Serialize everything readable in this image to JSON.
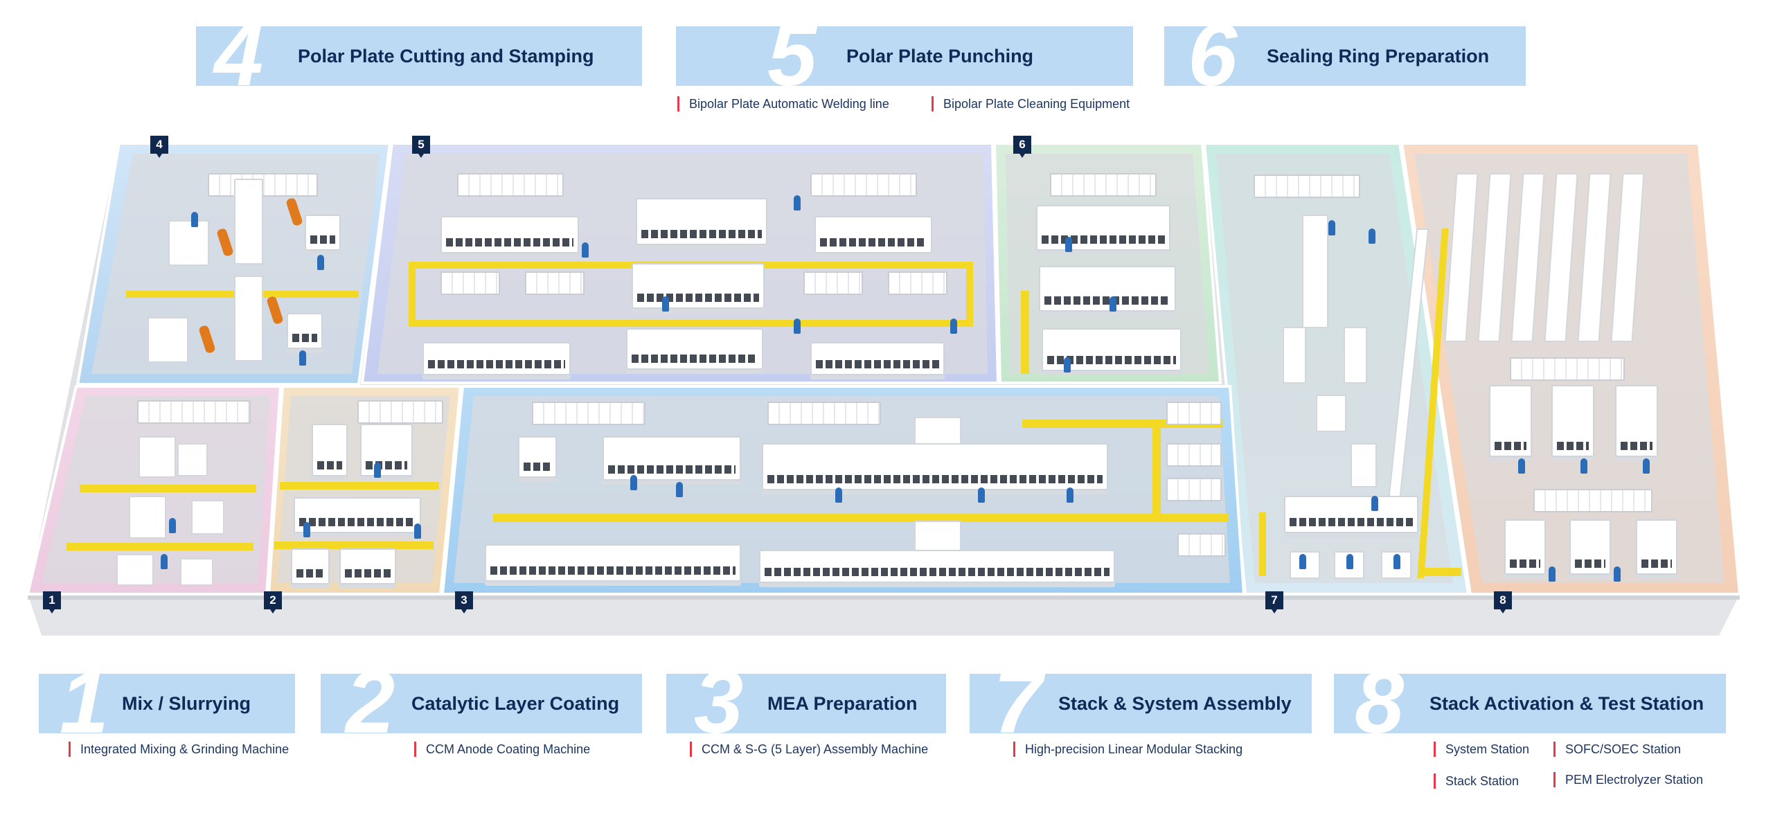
{
  "colors": {
    "banner_bg": "#bcdaf3",
    "banner_text": "#0e2a56",
    "accent_bar": "#e53a4a",
    "badge": "#10284d",
    "path_yellow": "#f4d924"
  },
  "top_banners": [
    {
      "number": "4",
      "title": "Polar Plate Cutting and  Stamping"
    },
    {
      "number": "5",
      "title": "Polar Plate Punching"
    },
    {
      "number": "6",
      "title": "Sealing Ring Preparation"
    }
  ],
  "top_subs": [
    "Bipolar Plate Automatic Welding line",
    "Bipolar Plate Cleaning Equipment"
  ],
  "bottom_banners": [
    {
      "number": "1",
      "title": "Mix / Slurrying",
      "subs": [
        "Integrated Mixing & Grinding Machine"
      ]
    },
    {
      "number": "2",
      "title": "Catalytic Layer Coating",
      "subs": [
        "CCM Anode Coating Machine"
      ]
    },
    {
      "number": "3",
      "title": "MEA Preparation",
      "subs": [
        "CCM & S-G (5 Layer) Assembly Machine"
      ]
    },
    {
      "number": "7",
      "title": "Stack & System Assembly",
      "subs": [
        "High-precision Linear Modular Stacking"
      ]
    },
    {
      "number": "8",
      "title": "Stack Activation & Test Station",
      "subs": [
        "System Station",
        "SOFC/SOEC Station",
        "Stack Station",
        "PEM Electrolyzer Station"
      ]
    }
  ],
  "zone_labels": [
    "4",
    "5",
    "6",
    "1",
    "2",
    "3",
    "7",
    "8"
  ]
}
